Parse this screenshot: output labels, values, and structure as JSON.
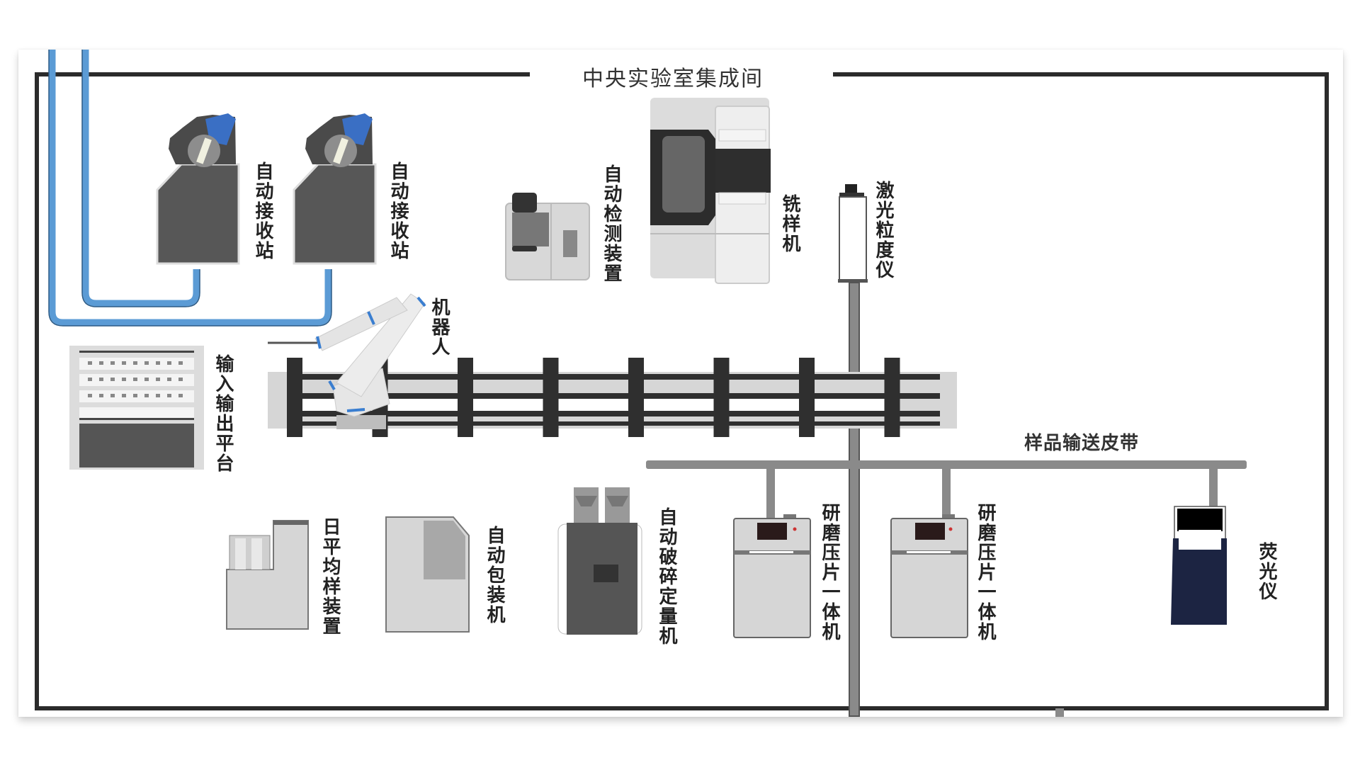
{
  "diagram": {
    "title": "中央实验室集成间",
    "colors": {
      "wall": "#2b2b2b",
      "pneumatic_tube": "#5b9bd5",
      "conveyor": "#8a8a8a",
      "rail": "#2f2f2f",
      "device_dark": "#575757",
      "device_light": "#d6d6d6",
      "fluorescence_body": "#1c2442"
    },
    "devices": {
      "receive_station_1": "自动接收站",
      "receive_station_2": "自动接收站",
      "auto_detection": "自动检测装置",
      "milling_machine": "铣样机",
      "laser_particle_analyzer": "激光粒度仪",
      "robot": "机器人",
      "io_platform": "输入输出平台",
      "daily_average_sampler": "日平均样装置",
      "auto_packaging": "自动包装机",
      "crushing_dosing": "自动破碎定量机",
      "grinding_press_1": "研磨压片一体机",
      "grinding_press_2": "研磨压片一体机",
      "fluorescence": "荧光仪"
    },
    "conveyor_label": "样品输送皮带"
  }
}
